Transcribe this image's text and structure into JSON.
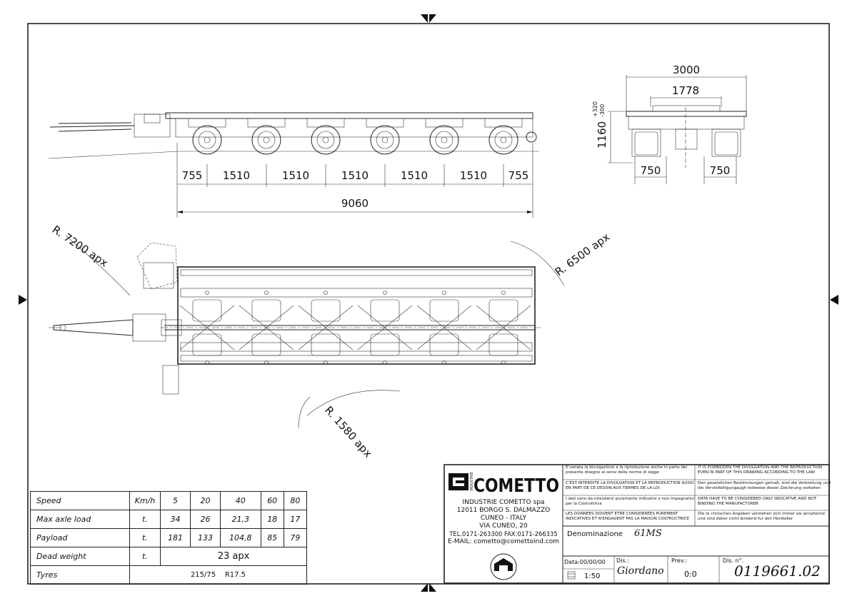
{
  "side_view": {
    "dimensions": [
      "755",
      "1510",
      "1510",
      "1510",
      "1510",
      "1510",
      "755"
    ],
    "total": "9060"
  },
  "end_view": {
    "overall_width": "3000",
    "inner_width": "1778",
    "height": "1160",
    "height_tolerance": [
      "+320",
      "-300"
    ],
    "wheel_left": "750",
    "wheel_right": "750"
  },
  "radii": {
    "front": "R. 7200 apx",
    "rear": "R. 6500 apx",
    "inner": "R. 1580 apx"
  },
  "spec_table": {
    "header": {
      "label": "Speed",
      "unit": "Km/h",
      "values": [
        "5",
        "20",
        "40",
        "60",
        "80"
      ]
    },
    "rows": [
      {
        "label": "Max axle load",
        "unit": "t.",
        "values": [
          "34",
          "26",
          "21,3",
          "18",
          "17"
        ]
      },
      {
        "label": "Payload",
        "unit": "t.",
        "values": [
          "181",
          "133",
          "104,8",
          "85",
          "79"
        ]
      }
    ],
    "dead_weight": {
      "label": "Dead weight",
      "unit": "t.",
      "value": "23 apx"
    },
    "tyres": {
      "label": "Tyres",
      "value": "215/75    R17.5"
    }
  },
  "title_block": {
    "brand": "COMETTO",
    "brand_sub": "INDUSTRIE",
    "address": [
      "INDUSTRIE COMETTO spa",
      "12011 BORGO S. DALMAZZO",
      "CUNEO  -  ITALY",
      "VIA CUNEO, 20",
      "TEL.0171-263300  FAX:0171-266335",
      "E-MAIL:  cometto@comettoind.com"
    ],
    "notes_it": [
      "E'vietata la divulgazione e la riproduzione anche in parte del presente disegno ai sensi delle norme di legge",
      "C'EST INTERDITE LA DIVULGATION ET LA REPRODUCTION AUSSI EN PART DE CE DESSIN AUX TERMES DE LA LOI",
      "I dati sono da intendersi puramente indicativi e non impegnativi per la Costruttrice",
      "LES DONNEES DOIVENT ÉTRE CONSIDERÉES PUREMENT INDICATIVES ET N'ENGAGENT PAS LA MAISON COSTRUCTRICE"
    ],
    "notes_en": [
      "IT IS FORBIDDEN THE DIVULGATION AND THE REPRODUCTION EVEN IN PART OF THIS DRAWING ACCORDING TO THE LAW",
      "Den gesetzlichen Bestimmungen gemaß, sind die Verbreitung und die Vervielfaltigungaugh teilweise dieser Zeichnung verboten",
      "DATA HAVE TO BE CONSIDERED ONLY INDICATIVE AND NOT BINDING THE MANUFACTURER",
      "Die te chnischen Angaben verstehen sich immer als annahernd und sind daher nicht bindend fur den Hersteller"
    ],
    "denominazione_label": "Denominazione",
    "denominazione_value": "61MS",
    "data_label": "Data:00/00/00",
    "scale": "1:50",
    "dis_label": "Dis.:",
    "dis_value": "Giordano",
    "prev_label": "Prev.:",
    "prev_value": "0:0",
    "disn_label": "Dis. n°.",
    "disn_value": "0119661.02"
  }
}
